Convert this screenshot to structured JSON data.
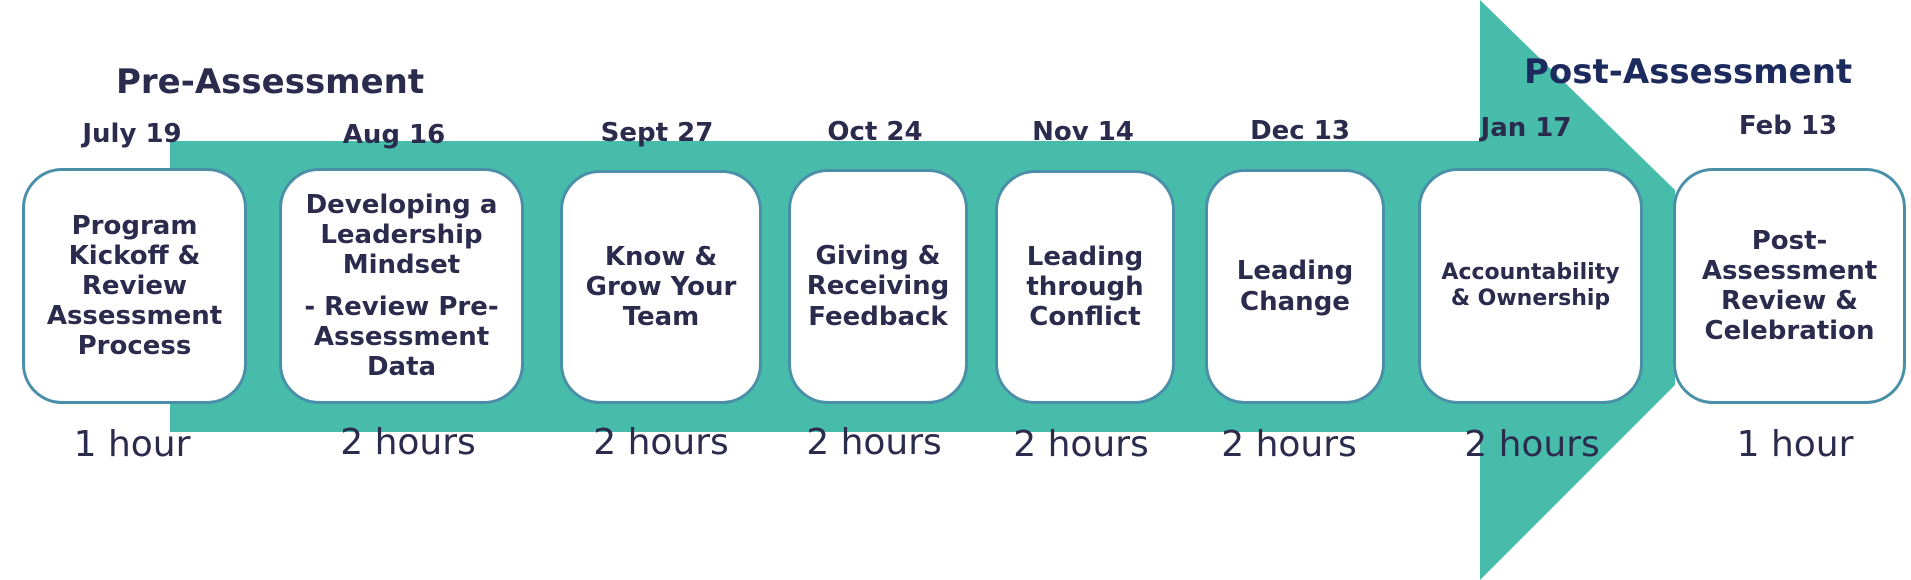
{
  "phases": {
    "pre": "Pre-Assessment",
    "post": "Post-Assessment"
  },
  "colors": {
    "arrow": "#47bcab",
    "card_border": "#4a8fa8",
    "text": "#2b2b4d",
    "post_title": "#1c2a5e"
  },
  "sessions": [
    {
      "date": "July 19",
      "title": "Program Kickoff & Review Assessment Process",
      "subtitle": "",
      "duration": "1 hour"
    },
    {
      "date": "Aug 16",
      "title": "Developing a Leadership Mindset",
      "subtitle": "- Review Pre-Assessment Data",
      "duration": "2 hours"
    },
    {
      "date": "Sept 27",
      "title": "Know & Grow Your Team",
      "subtitle": "",
      "duration": "2 hours"
    },
    {
      "date": "Oct 24",
      "title": "Giving & Receiving Feedback",
      "subtitle": "",
      "duration": "2 hours"
    },
    {
      "date": "Nov 14",
      "title": "Leading through Conflict",
      "subtitle": "",
      "duration": "2 hours"
    },
    {
      "date": "Dec 13",
      "title": "Leading Change",
      "subtitle": "",
      "duration": "2 hours"
    },
    {
      "date": "Jan 17",
      "title": "Accountability & Ownership",
      "subtitle": "",
      "duration": "2 hours"
    },
    {
      "date": "Feb 13",
      "title": "Post-Assessment Review & Celebration",
      "subtitle": "",
      "duration": "1 hour"
    }
  ]
}
